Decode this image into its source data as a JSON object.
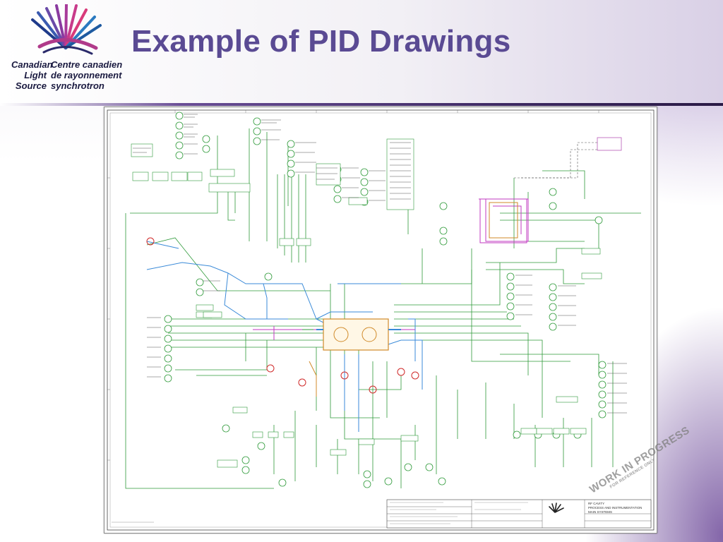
{
  "slide": {
    "title": "Example of PID Drawings"
  },
  "logo": {
    "english": [
      "Canadian",
      "Light",
      "Source"
    ],
    "french": [
      "Centre canadien",
      "de rayonnement",
      "synchrotron"
    ]
  },
  "drawing": {
    "stamp": "WORK IN PROGRESS",
    "stamp_sub": "FOR REFERENCE ONLY",
    "titleblock_lines": [
      "RF CAVITY",
      "PROCESS AND INSTRUMENTATION",
      "MAIN SYSTEMS"
    ]
  },
  "colors": {
    "title": "#5a4a93",
    "instrument_green": "#2f9a3a",
    "cooling_blue": "#3a8ad8",
    "signal_magenta": "#c23ac2",
    "pipe_orange": "#d08a2a",
    "alarm_red": "#d02a2a"
  }
}
